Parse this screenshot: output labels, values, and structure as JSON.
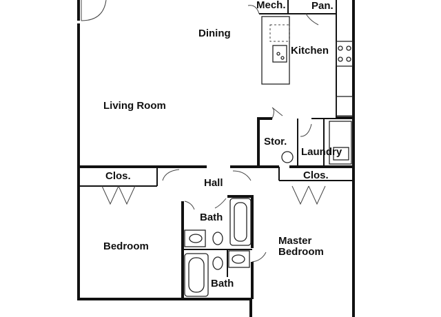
{
  "rooms": {
    "mech": "Mech.",
    "pantry": "Pan.",
    "dining": "Dining",
    "kitchen": "Kitchen",
    "living_room": "Living Room",
    "storage": "Stor.",
    "laundry": "Laundry",
    "closet_left": "Clos.",
    "hall": "Hall",
    "closet_right": "Clos.",
    "bath_upper": "Bath",
    "bedroom": "Bedroom",
    "master_bedroom_line1": "Master",
    "master_bedroom_line2": "Bedroom",
    "bath_lower": "Bath"
  },
  "colors": {
    "wall": "#111111",
    "background": "#ffffff"
  }
}
